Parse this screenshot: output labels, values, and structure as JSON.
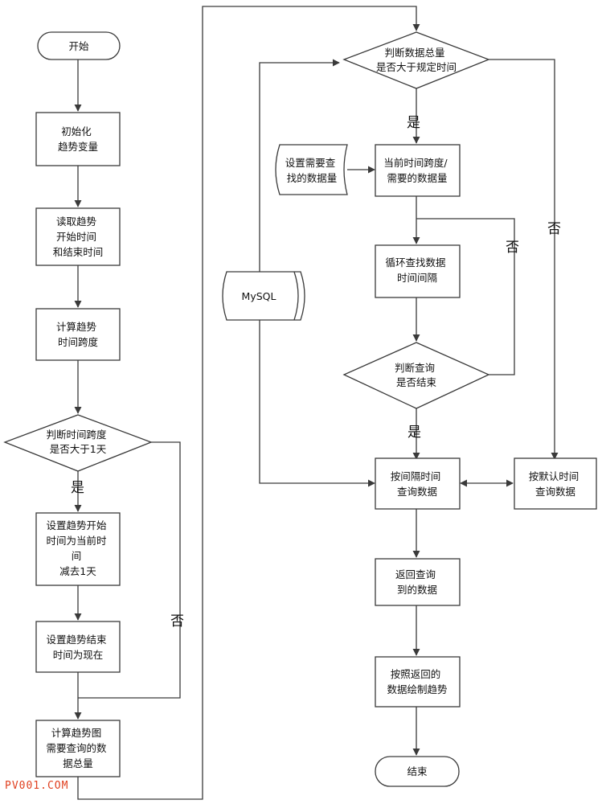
{
  "nodes": {
    "start": [
      "开始"
    ],
    "init": [
      "初始化",
      "趋势变量"
    ],
    "read_time": [
      "读取趋势",
      "开始时间",
      "和结束时间"
    ],
    "calc_span": [
      "计算趋势",
      "时间跨度"
    ],
    "judge_span": [
      "判断时间跨度",
      "是否大于1天"
    ],
    "set_start": [
      "设置趋势开始",
      "时间为当前时",
      "间",
      "减去1天"
    ],
    "set_end": [
      "设置趋势结束",
      "时间为现在"
    ],
    "calc_total": [
      "计算趋势图",
      "需要查询的数",
      "据总量"
    ],
    "judge_total": [
      "判断数据总量",
      "是否大于规定时间"
    ],
    "set_amount": [
      "设置需要查",
      "找的数据量"
    ],
    "interval_calc": [
      "当前时间跨度/",
      "需要的数据量"
    ],
    "loop_find": [
      "循环查找数据",
      "时间间隔"
    ],
    "judge_end": [
      "判断查询",
      "是否结束"
    ],
    "mysql": [
      "MySQL"
    ],
    "query_interval": [
      "按间隔时间",
      "查询数据"
    ],
    "query_default": [
      "按默认时间",
      "查询数据"
    ],
    "return_data": [
      "返回查询",
      "到的数据"
    ],
    "draw": [
      "按照返回的",
      "数据绘制趋势"
    ],
    "end": [
      "结束"
    ]
  },
  "labels": {
    "span_yes": "是",
    "span_no": "否",
    "total_yes": "是",
    "total_no": "否",
    "loop_yes": "是",
    "loop_no": "否"
  },
  "watermark": "PV001.COM"
}
